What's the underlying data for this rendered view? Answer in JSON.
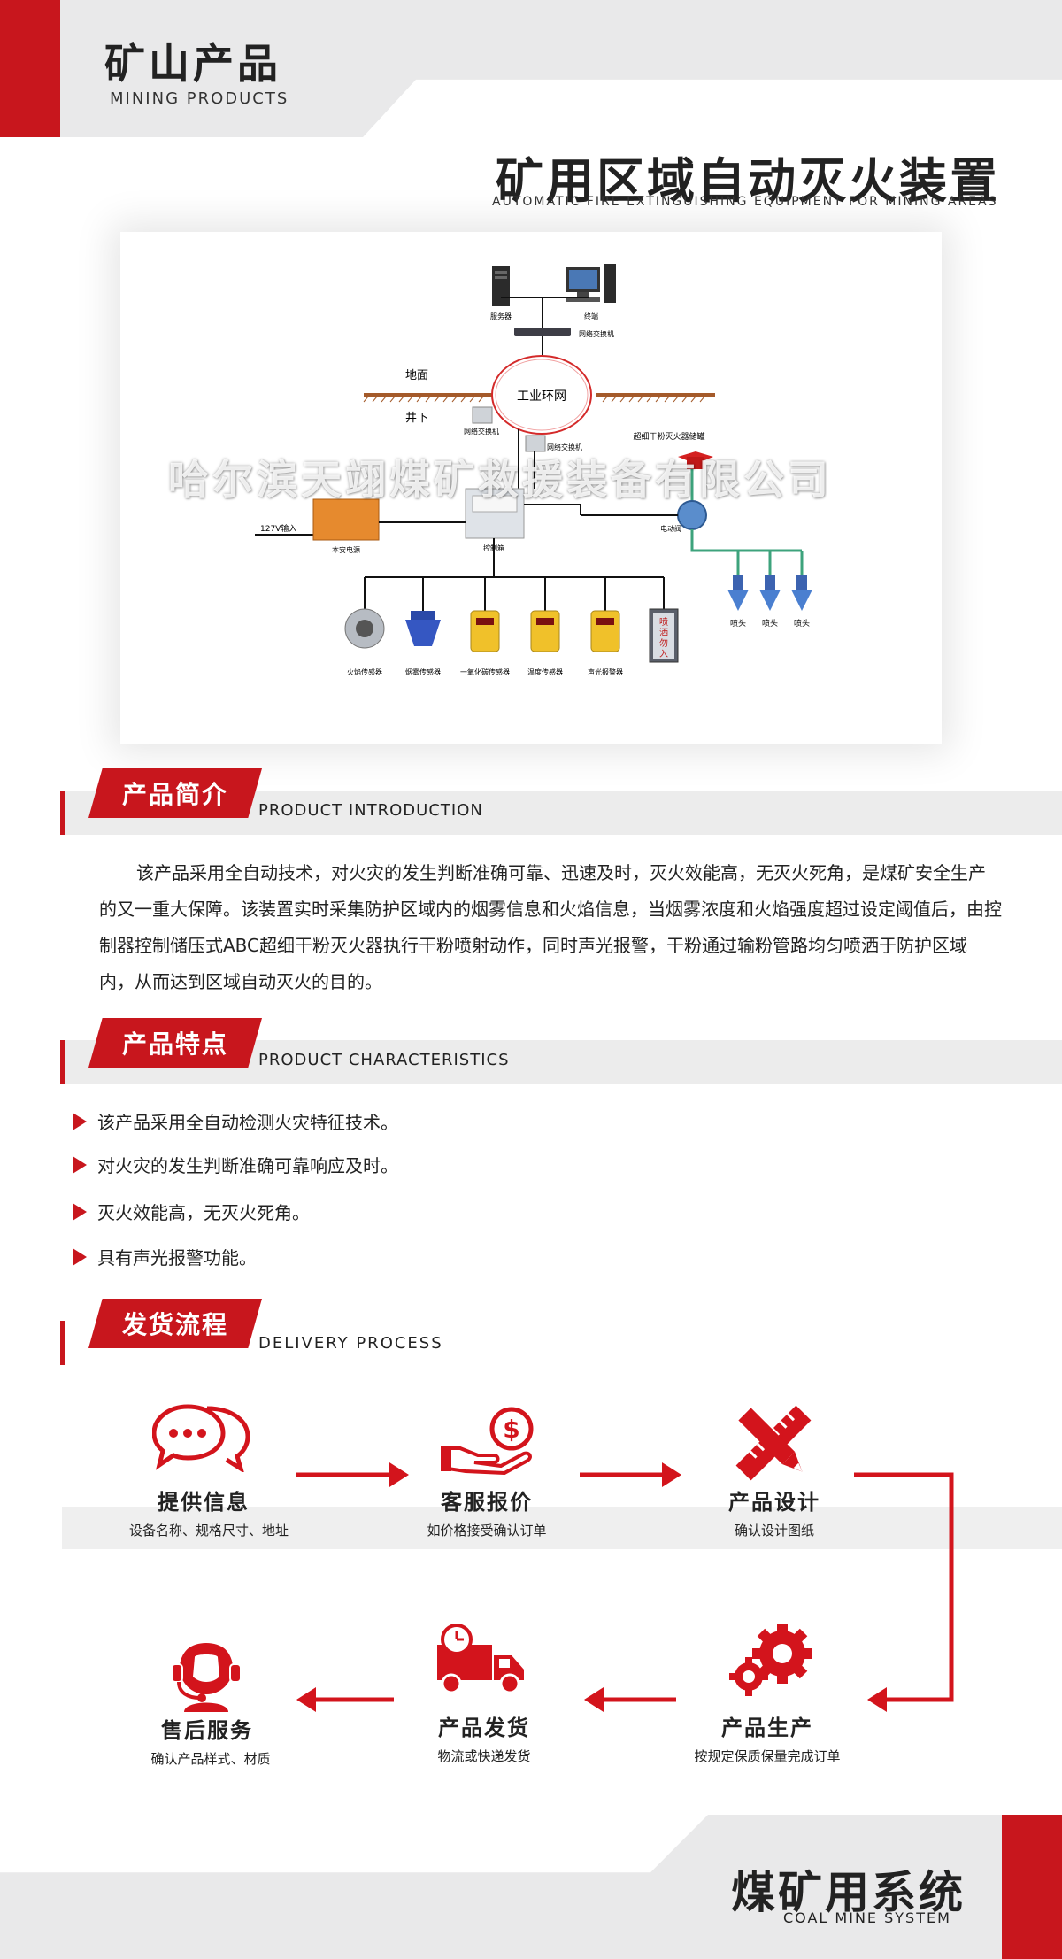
{
  "header": {
    "title": "矿山产品",
    "subtitle": "MINING PRODUCTS"
  },
  "product": {
    "title": "矿用区域自动灭火装置",
    "subtitle": "AUTOMATIC FIRE EXTINGUISHING EQUIPMENT FOR MINING AREAS"
  },
  "diagram": {
    "server": "服务器",
    "terminal": "终端",
    "switch_top": "网络交换机",
    "ground": "地面",
    "underground": "井下",
    "ring": "工业环网",
    "switch_left": "网络交换机",
    "switch_right": "网络交换机",
    "tank": "超细干粉灭火器储罐",
    "input": "127V输入",
    "power": "本安电源",
    "controller": "控制箱",
    "valve": "电动阀",
    "nozzles": [
      "喷头",
      "喷头",
      "喷头"
    ],
    "sensors": [
      "火焰传感器",
      "烟雾传感器",
      "一氧化碳传感器",
      "温度传感器",
      "声光报警器"
    ],
    "sign": "喷洒勿入"
  },
  "watermark": "哈尔滨天翊煤矿救援装备有限公司",
  "sections": {
    "intro": {
      "label": "产品简介",
      "en": "PRODUCT INTRODUCTION"
    },
    "features": {
      "label": "产品特点",
      "en": "PRODUCT CHARACTERISTICS"
    },
    "delivery": {
      "label": "发货流程",
      "en": "DELIVERY PROCESS"
    }
  },
  "intro_text": "该产品采用全自动技术，对火灾的发生判断准确可靠、迅速及时，灭火效能高，无灭火死角，是煤矿安全生产的又一重大保障。该装置实时采集防护区域内的烟雾信息和火焰信息，当烟雾浓度和火焰强度超过设定阈值后，由控制器控制储压式ABC超细干粉灭火器执行干粉喷射动作，同时声光报警，干粉通过输粉管路均匀喷洒于防护区域内，从而达到区域自动灭火的目的。",
  "features": [
    "该产品采用全自动检测火灾特征技术。",
    "对火灾的发生判断准确可靠响应及时。",
    "灭火效能高，无灭火死角。",
    "具有声光报警功能。"
  ],
  "process": [
    {
      "title": "提供信息",
      "desc": "设备名称、规格尺寸、地址",
      "icon": "chat-bubbles-icon"
    },
    {
      "title": "客服报价",
      "desc": "如价格接受确认订单",
      "icon": "hand-dollar-icon"
    },
    {
      "title": "产品设计",
      "desc": "确认设计图纸",
      "icon": "pencil-ruler-icon"
    },
    {
      "title": "产品生产",
      "desc": "按规定保质保量完成订单",
      "icon": "gears-icon"
    },
    {
      "title": "产品发货",
      "desc": "物流或快递发货",
      "icon": "delivery-truck-icon"
    },
    {
      "title": "售后服务",
      "desc": "确认产品样式、材质",
      "icon": "headset-icon"
    }
  ],
  "colors": {
    "accent": "#c8161d",
    "gray": "#e9e9ea",
    "text": "#222222"
  },
  "footer": {
    "title": "煤矿用系统",
    "subtitle": "COAL MINE SYSTEM"
  }
}
